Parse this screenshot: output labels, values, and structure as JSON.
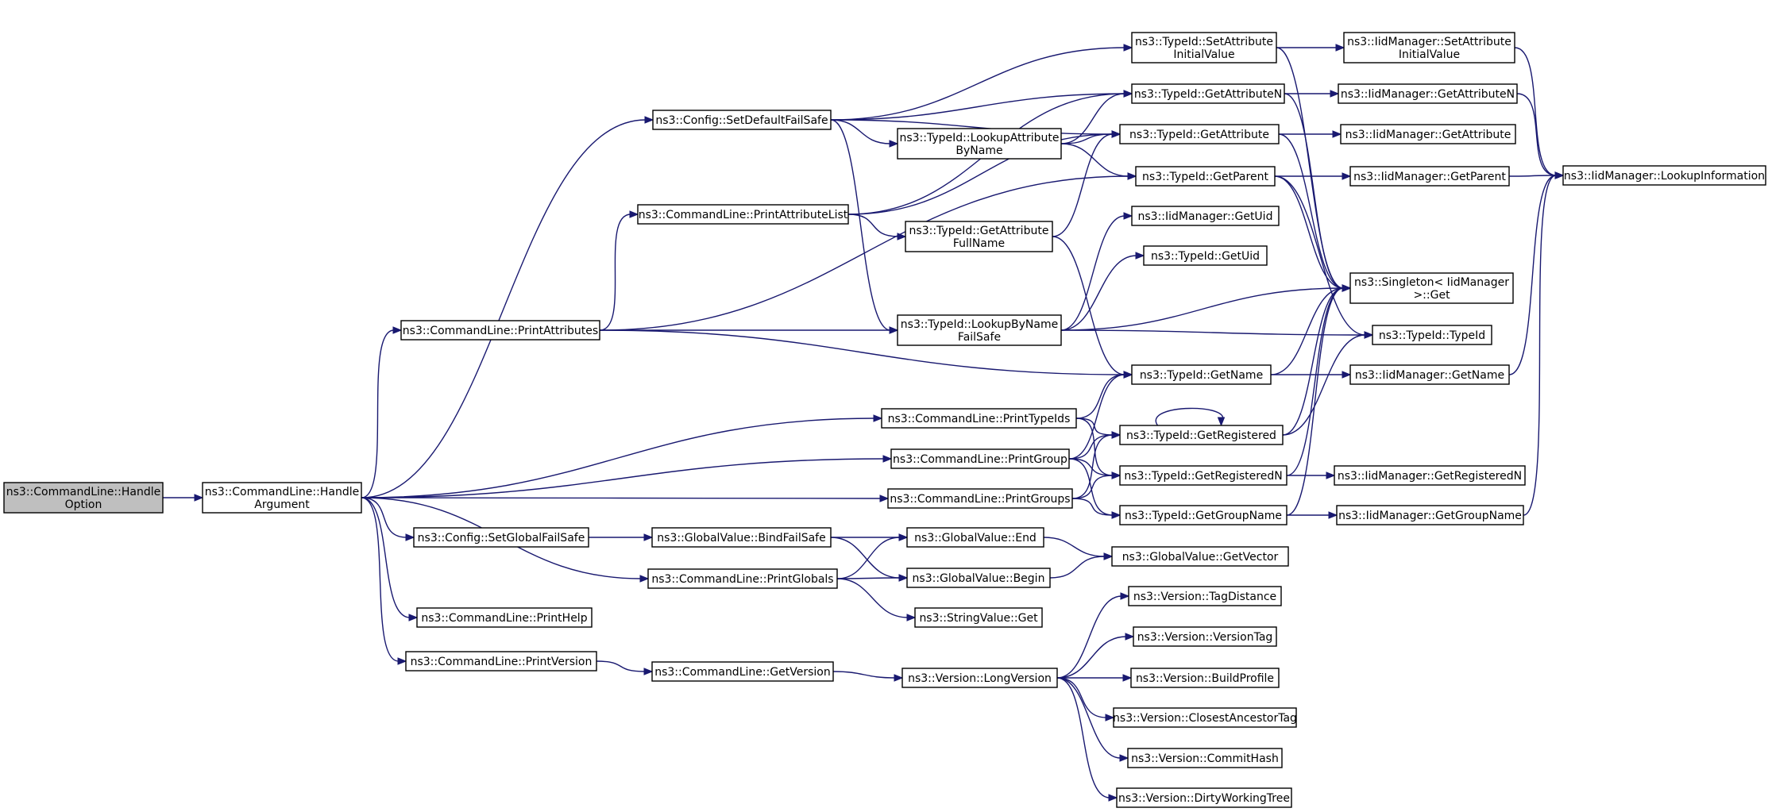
{
  "diagram": {
    "nodes": [
      {
        "id": "handle_option",
        "lines": [
          "ns3::CommandLine::Handle",
          "Option"
        ],
        "root": true
      },
      {
        "id": "handle_argument",
        "lines": [
          "ns3::CommandLine::Handle",
          "Argument"
        ]
      },
      {
        "id": "set_default_failsafe",
        "lines": [
          "ns3::Config::SetDefaultFailSafe"
        ]
      },
      {
        "id": "print_attribute_list",
        "lines": [
          "ns3::CommandLine::PrintAttributeList"
        ]
      },
      {
        "id": "print_attributes",
        "lines": [
          "ns3::CommandLine::PrintAttributes"
        ]
      },
      {
        "id": "print_typeids",
        "lines": [
          "ns3::CommandLine::PrintTypeIds"
        ]
      },
      {
        "id": "print_group",
        "lines": [
          "ns3::CommandLine::PrintGroup"
        ]
      },
      {
        "id": "print_groups",
        "lines": [
          "ns3::CommandLine::PrintGroups"
        ]
      },
      {
        "id": "set_global_failsafe",
        "lines": [
          "ns3::Config::SetGlobalFailSafe"
        ]
      },
      {
        "id": "print_globals",
        "lines": [
          "ns3::CommandLine::PrintGlobals"
        ]
      },
      {
        "id": "print_help",
        "lines": [
          "ns3::CommandLine::PrintHelp"
        ]
      },
      {
        "id": "print_version",
        "lines": [
          "ns3::CommandLine::PrintVersion"
        ]
      },
      {
        "id": "lookup_attribute_byname",
        "lines": [
          "ns3::TypeId::LookupAttribute",
          "ByName"
        ]
      },
      {
        "id": "get_attribute_fullname",
        "lines": [
          "ns3::TypeId::GetAttribute",
          "FullName"
        ]
      },
      {
        "id": "lookup_byname_failsafe",
        "lines": [
          "ns3::TypeId::LookupByName",
          "FailSafe"
        ]
      },
      {
        "id": "bind_failsafe",
        "lines": [
          "ns3::GlobalValue::BindFailSafe"
        ]
      },
      {
        "id": "get_version",
        "lines": [
          "ns3::CommandLine::GetVersion"
        ]
      },
      {
        "id": "long_version",
        "lines": [
          "ns3::Version::LongVersion"
        ]
      },
      {
        "id": "gv_end",
        "lines": [
          "ns3::GlobalValue::End"
        ]
      },
      {
        "id": "gv_begin",
        "lines": [
          "ns3::GlobalValue::Begin"
        ]
      },
      {
        "id": "string_value_get",
        "lines": [
          "ns3::StringValue::Get"
        ]
      },
      {
        "id": "set_attribute_initial",
        "lines": [
          "ns3::TypeId::SetAttribute",
          "InitialValue"
        ]
      },
      {
        "id": "get_attribute_n",
        "lines": [
          "ns3::TypeId::GetAttributeN"
        ]
      },
      {
        "id": "get_attribute",
        "lines": [
          "ns3::TypeId::GetAttribute"
        ]
      },
      {
        "id": "get_parent",
        "lines": [
          "ns3::TypeId::GetParent"
        ]
      },
      {
        "id": "iid_get_uid",
        "lines": [
          "ns3::IidManager::GetUid"
        ]
      },
      {
        "id": "typeid_get_uid",
        "lines": [
          "ns3::TypeId::GetUid"
        ]
      },
      {
        "id": "get_name",
        "lines": [
          "ns3::TypeId::GetName"
        ]
      },
      {
        "id": "get_registered",
        "lines": [
          "ns3::TypeId::GetRegistered"
        ]
      },
      {
        "id": "get_registered_n",
        "lines": [
          "ns3::TypeId::GetRegisteredN"
        ]
      },
      {
        "id": "get_group_name",
        "lines": [
          "ns3::TypeId::GetGroupName"
        ]
      },
      {
        "id": "gv_get_vector",
        "lines": [
          "ns3::GlobalValue::GetVector"
        ]
      },
      {
        "id": "tag_distance",
        "lines": [
          "ns3::Version::TagDistance"
        ]
      },
      {
        "id": "version_tag",
        "lines": [
          "ns3::Version::VersionTag"
        ]
      },
      {
        "id": "build_profile",
        "lines": [
          "ns3::Version::BuildProfile"
        ]
      },
      {
        "id": "closest_ancestor_tag",
        "lines": [
          "ns3::Version::ClosestAncestorTag"
        ]
      },
      {
        "id": "commit_hash",
        "lines": [
          "ns3::Version::CommitHash"
        ]
      },
      {
        "id": "dirty_working_tree",
        "lines": [
          "ns3::Version::DirtyWorkingTree"
        ]
      },
      {
        "id": "iid_set_attribute_initial",
        "lines": [
          "ns3::IidManager::SetAttribute",
          "InitialValue"
        ]
      },
      {
        "id": "iid_get_attribute_n",
        "lines": [
          "ns3::IidManager::GetAttributeN"
        ]
      },
      {
        "id": "iid_get_attribute",
        "lines": [
          "ns3::IidManager::GetAttribute"
        ]
      },
      {
        "id": "iid_get_parent",
        "lines": [
          "ns3::IidManager::GetParent"
        ]
      },
      {
        "id": "singleton_get",
        "lines": [
          "ns3::Singleton< IidManager",
          " >::Get"
        ]
      },
      {
        "id": "typeid_ctor",
        "lines": [
          "ns3::TypeId::TypeId"
        ]
      },
      {
        "id": "iid_get_name",
        "lines": [
          "ns3::IidManager::GetName"
        ]
      },
      {
        "id": "iid_get_registered_n",
        "lines": [
          "ns3::IidManager::GetRegisteredN"
        ]
      },
      {
        "id": "iid_get_group_name",
        "lines": [
          "ns3::IidManager::GetGroupName"
        ]
      },
      {
        "id": "iid_lookup_information",
        "lines": [
          "ns3::IidManager::LookupInformation"
        ]
      }
    ],
    "edges": [
      [
        "handle_option",
        "handle_argument"
      ],
      [
        "handle_argument",
        "set_default_failsafe"
      ],
      [
        "handle_argument",
        "print_attributes"
      ],
      [
        "handle_argument",
        "print_typeids"
      ],
      [
        "handle_argument",
        "print_group"
      ],
      [
        "handle_argument",
        "print_groups"
      ],
      [
        "handle_argument",
        "set_global_failsafe"
      ],
      [
        "handle_argument",
        "print_globals"
      ],
      [
        "handle_argument",
        "print_help"
      ],
      [
        "handle_argument",
        "print_version"
      ],
      [
        "set_default_failsafe",
        "set_attribute_initial"
      ],
      [
        "set_default_failsafe",
        "get_attribute_n"
      ],
      [
        "set_default_failsafe",
        "lookup_attribute_byname"
      ],
      [
        "set_default_failsafe",
        "get_attribute"
      ],
      [
        "set_default_failsafe",
        "lookup_byname_failsafe"
      ],
      [
        "print_attribute_list",
        "get_attribute_n"
      ],
      [
        "print_attribute_list",
        "get_attribute"
      ],
      [
        "print_attribute_list",
        "get_attribute_fullname"
      ],
      [
        "print_attributes",
        "print_attribute_list"
      ],
      [
        "print_attributes",
        "get_parent"
      ],
      [
        "print_attributes",
        "lookup_byname_failsafe"
      ],
      [
        "print_attributes",
        "get_name"
      ],
      [
        "print_typeids",
        "get_name"
      ],
      [
        "print_typeids",
        "get_registered"
      ],
      [
        "print_typeids",
        "get_registered_n"
      ],
      [
        "print_group",
        "get_name"
      ],
      [
        "print_group",
        "get_registered"
      ],
      [
        "print_group",
        "get_registered_n"
      ],
      [
        "print_group",
        "get_group_name"
      ],
      [
        "print_groups",
        "get_registered"
      ],
      [
        "print_groups",
        "get_registered_n"
      ],
      [
        "print_groups",
        "get_group_name"
      ],
      [
        "set_global_failsafe",
        "bind_failsafe"
      ],
      [
        "print_globals",
        "gv_end"
      ],
      [
        "print_globals",
        "gv_begin"
      ],
      [
        "print_globals",
        "string_value_get"
      ],
      [
        "print_version",
        "get_version"
      ],
      [
        "lookup_attribute_byname",
        "get_attribute_n"
      ],
      [
        "lookup_attribute_byname",
        "get_attribute"
      ],
      [
        "lookup_attribute_byname",
        "get_parent"
      ],
      [
        "get_attribute_fullname",
        "get_attribute"
      ],
      [
        "get_attribute_fullname",
        "get_name"
      ],
      [
        "lookup_byname_failsafe",
        "iid_get_uid"
      ],
      [
        "lookup_byname_failsafe",
        "typeid_get_uid"
      ],
      [
        "lookup_byname_failsafe",
        "singleton_get"
      ],
      [
        "lookup_byname_failsafe",
        "typeid_ctor"
      ],
      [
        "bind_failsafe",
        "gv_end"
      ],
      [
        "bind_failsafe",
        "gv_begin"
      ],
      [
        "get_version",
        "long_version"
      ],
      [
        "long_version",
        "tag_distance"
      ],
      [
        "long_version",
        "version_tag"
      ],
      [
        "long_version",
        "build_profile"
      ],
      [
        "long_version",
        "closest_ancestor_tag"
      ],
      [
        "long_version",
        "commit_hash"
      ],
      [
        "long_version",
        "dirty_working_tree"
      ],
      [
        "gv_end",
        "gv_get_vector"
      ],
      [
        "gv_begin",
        "gv_get_vector"
      ],
      [
        "set_attribute_initial",
        "iid_set_attribute_initial"
      ],
      [
        "set_attribute_initial",
        "singleton_get"
      ],
      [
        "get_attribute_n",
        "iid_get_attribute_n"
      ],
      [
        "get_attribute_n",
        "singleton_get"
      ],
      [
        "get_attribute",
        "iid_get_attribute"
      ],
      [
        "get_attribute",
        "singleton_get"
      ],
      [
        "get_parent",
        "iid_get_parent"
      ],
      [
        "get_parent",
        "singleton_get"
      ],
      [
        "get_parent",
        "typeid_ctor"
      ],
      [
        "get_name",
        "singleton_get"
      ],
      [
        "get_name",
        "iid_get_name"
      ],
      [
        "get_registered",
        "singleton_get"
      ],
      [
        "get_registered",
        "typeid_ctor"
      ],
      [
        "get_registered",
        "get_registered"
      ],
      [
        "get_registered_n",
        "singleton_get"
      ],
      [
        "get_registered_n",
        "iid_get_registered_n"
      ],
      [
        "get_group_name",
        "singleton_get"
      ],
      [
        "get_group_name",
        "iid_get_group_name"
      ],
      [
        "iid_set_attribute_initial",
        "iid_lookup_information"
      ],
      [
        "iid_get_attribute_n",
        "iid_lookup_information"
      ],
      [
        "iid_get_parent",
        "iid_lookup_information"
      ],
      [
        "iid_get_name",
        "iid_lookup_information"
      ],
      [
        "iid_get_group_name",
        "iid_lookup_information"
      ]
    ]
  }
}
